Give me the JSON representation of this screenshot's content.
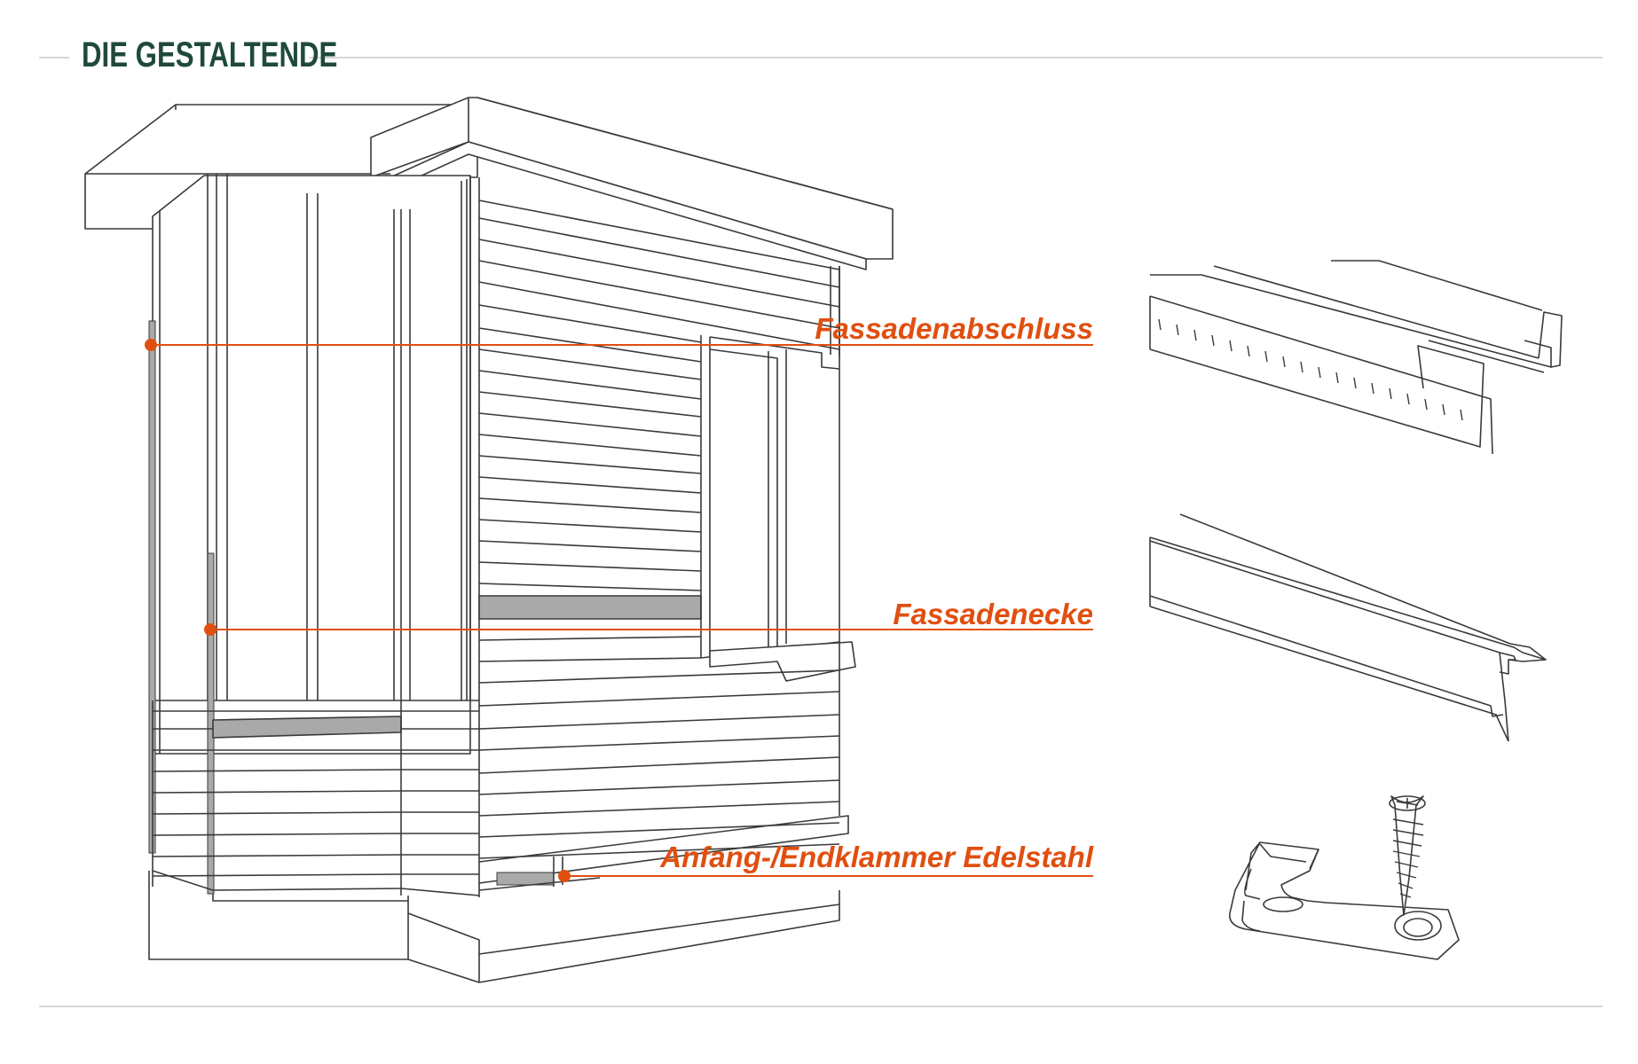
{
  "header": {
    "title": "DIE GESTALTENDE"
  },
  "callouts": [
    {
      "id": "fassadenabschluss",
      "label": "Fassadenabschluss"
    },
    {
      "id": "fassadenecke",
      "label": "Fassadenecke"
    },
    {
      "id": "klammer",
      "label": "Anfang-/Endklammer Edelstahl"
    }
  ],
  "colors": {
    "accent": "#e04f10",
    "title": "#1f4a3a",
    "line": "#3a3a3a",
    "panel": "#a9a9a9"
  }
}
